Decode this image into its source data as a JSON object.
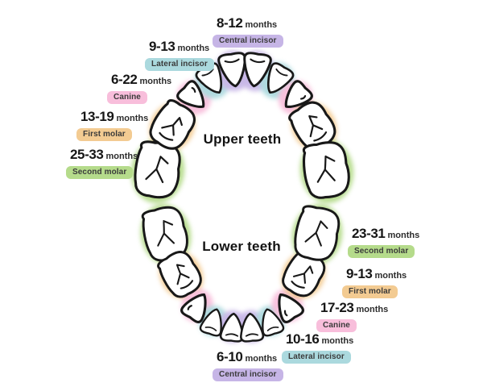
{
  "titles": {
    "upper": "Upper teeth",
    "lower": "Lower teeth"
  },
  "colors": {
    "central_incisor": "#c6b5e6",
    "lateral_incisor": "#abd9de",
    "canine": "#f8bedb",
    "first_molar": "#f3cb92",
    "second_molar": "#b5db8b"
  },
  "labels": [
    {
      "key": "upper-central-incisor",
      "range": "8-12",
      "unit": "months",
      "tooth": "Central incisor"
    },
    {
      "key": "upper-lateral-incisor",
      "range": "9-13",
      "unit": "months",
      "tooth": "Lateral incisor"
    },
    {
      "key": "upper-canine",
      "range": "6-22",
      "unit": "months",
      "tooth": "Canine"
    },
    {
      "key": "upper-first-molar",
      "range": "13-19",
      "unit": "months",
      "tooth": "First molar"
    },
    {
      "key": "upper-second-molar",
      "range": "25-33",
      "unit": "months",
      "tooth": "Second molar"
    },
    {
      "key": "lower-second-molar",
      "range": "23-31",
      "unit": "months",
      "tooth": "Second molar"
    },
    {
      "key": "lower-first-molar",
      "range": "9-13",
      "unit": "months",
      "tooth": "First molar"
    },
    {
      "key": "lower-canine",
      "range": "17-23",
      "unit": "months",
      "tooth": "Canine"
    },
    {
      "key": "lower-lateral-incisor",
      "range": "10-16",
      "unit": "months",
      "tooth": "Lateral incisor"
    },
    {
      "key": "lower-central-incisor",
      "range": "6-10",
      "unit": "months",
      "tooth": "Central incisor"
    }
  ]
}
